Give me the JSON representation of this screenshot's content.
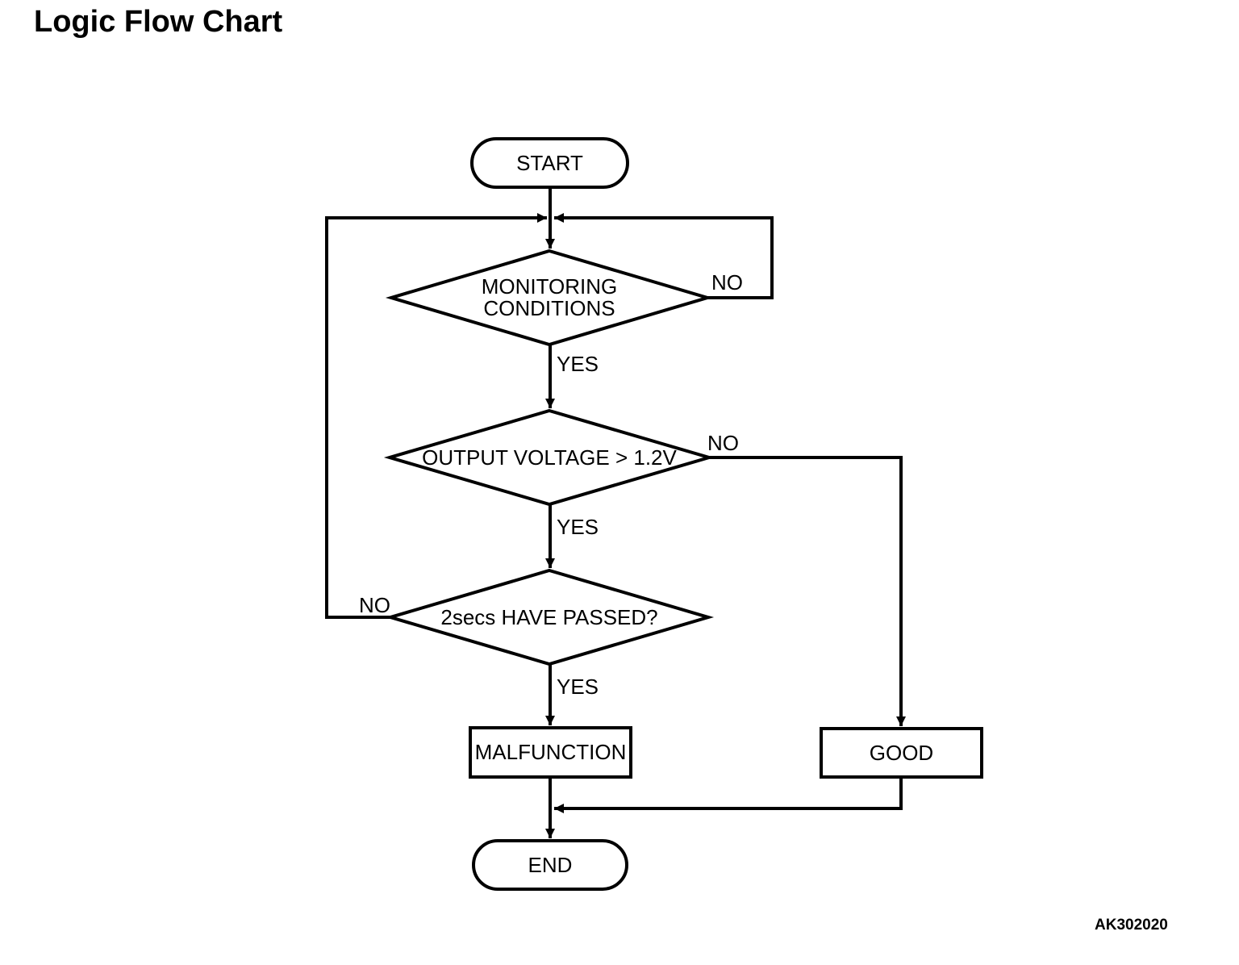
{
  "page": {
    "title": "Logic Flow Chart",
    "figure_code": "AK302020",
    "colors": {
      "background": "#ffffff",
      "line": "#000000",
      "text": "#000000"
    }
  },
  "flowchart": {
    "nodes": {
      "start": "START",
      "monitoring_conditions": "MONITORING\nCONDITIONS",
      "output_voltage": "OUTPUT VOLTAGE > 1.2V",
      "secs_passed": "2secs HAVE PASSED?",
      "malfunction": "MALFUNCTION",
      "good": "GOOD",
      "end": "END"
    },
    "branch_labels": {
      "monitoring_no": "NO",
      "monitoring_yes": "YES",
      "voltage_no": "NO",
      "voltage_yes": "YES",
      "passed_no": "NO",
      "passed_yes": "YES"
    }
  }
}
